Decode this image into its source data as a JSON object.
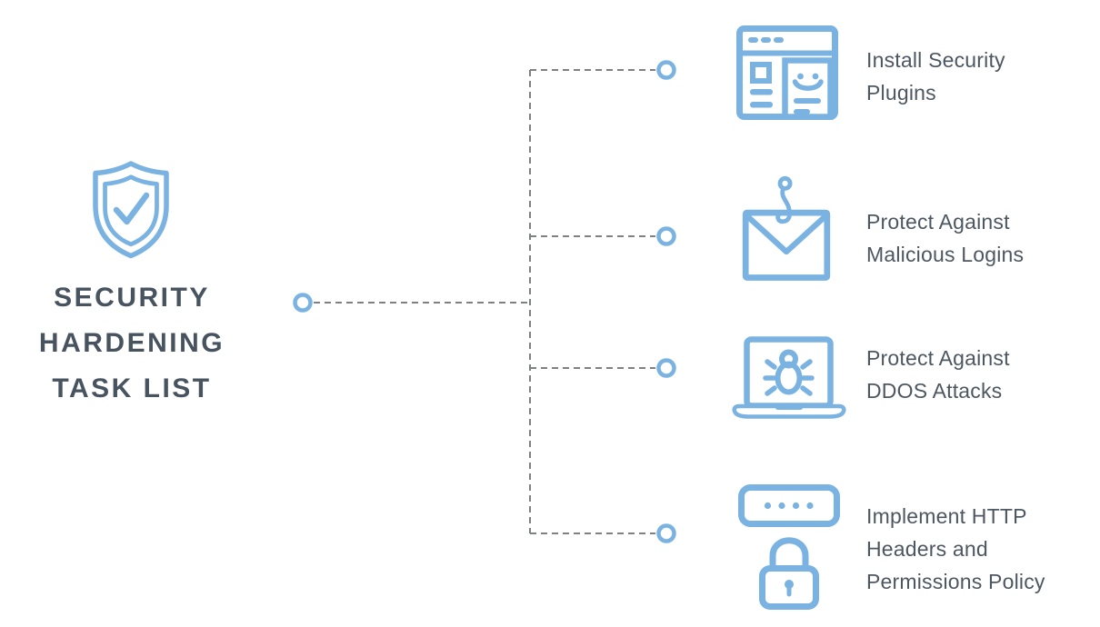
{
  "colors": {
    "blue": "#7AB2E2",
    "title": "#47535E",
    "label": "#4D5761",
    "connector": "#7D8185",
    "background": "#FFFFFF"
  },
  "hub": {
    "icon": "shield-check-icon",
    "title": "SECURITY\nHARDENING\nTASK LIST"
  },
  "tasks": [
    {
      "icon": "browser-plugins-icon",
      "label": "Install Security\nPlugins"
    },
    {
      "icon": "phishing-email-icon",
      "label": "Protect Against\nMalicious Logins"
    },
    {
      "icon": "laptop-bug-icon",
      "label": "Protect Against\nDDOS Attacks"
    },
    {
      "icon": "password-lock-icon",
      "label": "Implement HTTP\nHeaders and\nPermissions Policy"
    }
  ]
}
